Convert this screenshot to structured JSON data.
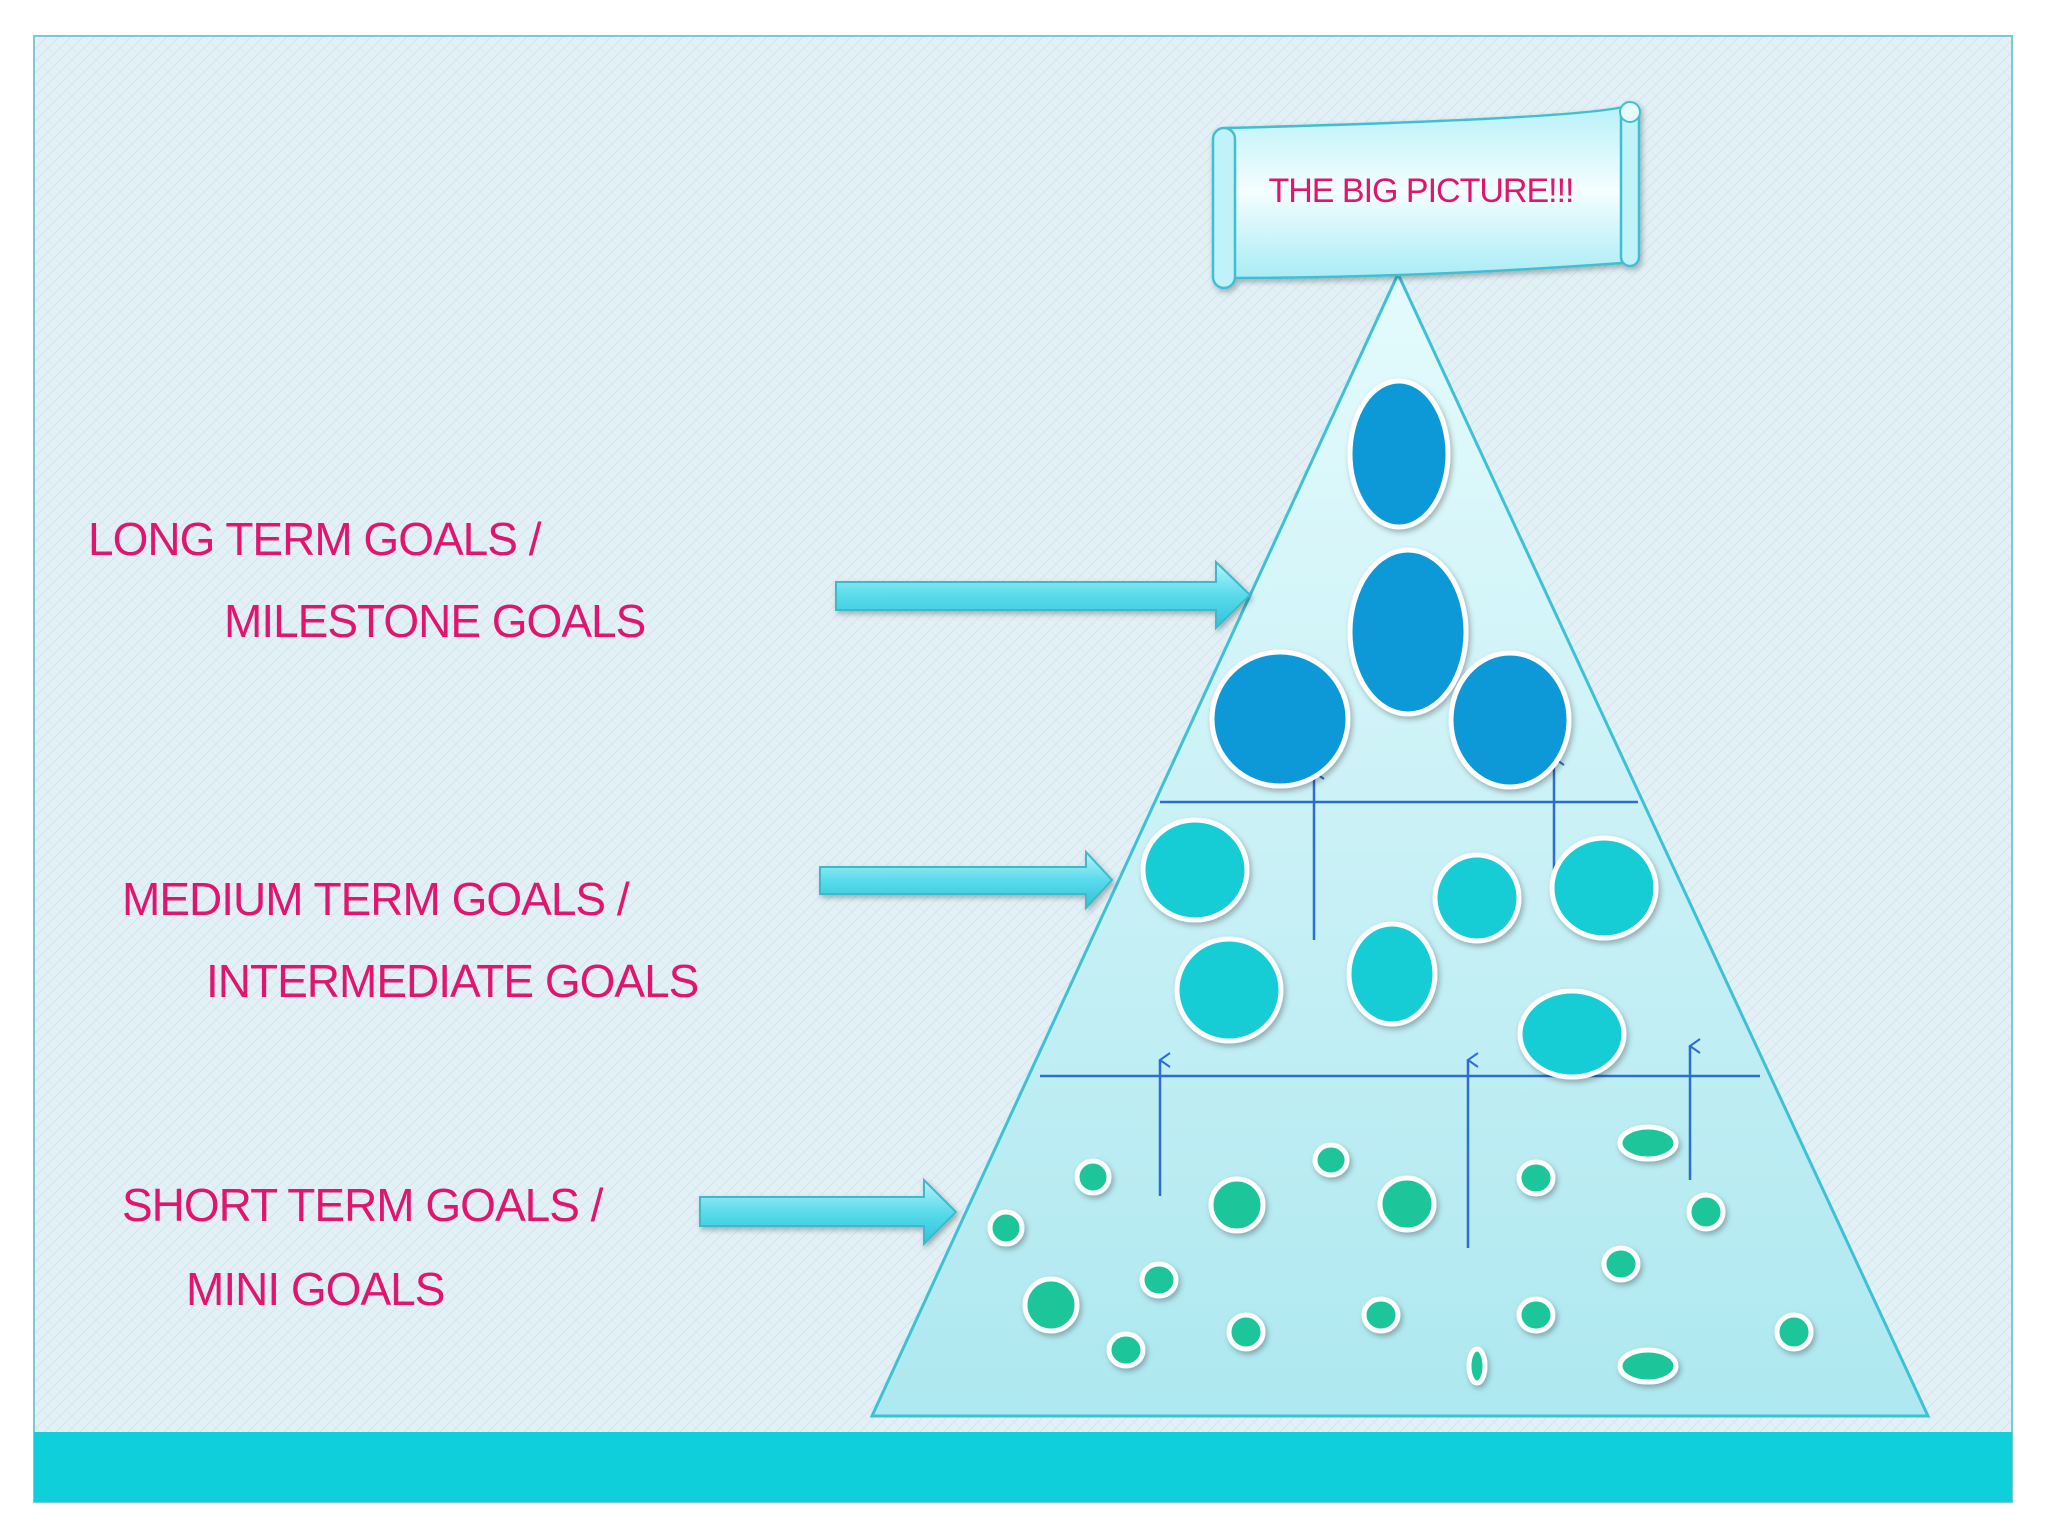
{
  "banner": {
    "text": "THE BIG PICTURE!!!"
  },
  "tiers": [
    {
      "line1": "LONG TERM GOALS /",
      "line2": "MILESTONE GOALS"
    },
    {
      "line1": "MEDIUM TERM GOALS /",
      "line2": "INTERMEDIATE GOALS"
    },
    {
      "line1": "SHORT TERM GOALS /",
      "line2": "MINI GOALS"
    }
  ],
  "colors": {
    "label_text": "#e0156f",
    "background_panel": "#e6f2f7",
    "bottom_bar": "#0fd0da",
    "long_term_circles": "#0898d8",
    "medium_term_circles": "#12cdd6",
    "short_term_dots": "#1cc69a",
    "arrows": "#47d8ea",
    "divider_lines": "#2a6fd0"
  }
}
